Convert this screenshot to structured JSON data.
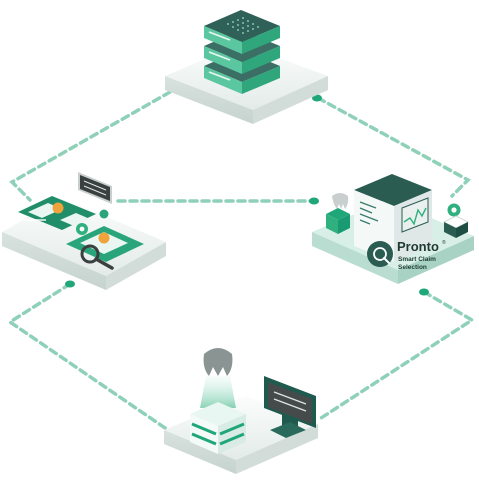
{
  "product": {
    "name": "Pronto",
    "mark": "®",
    "tagline_line1": "Smart Claim",
    "tagline_line2": "Selection"
  },
  "colors": {
    "connector": "#8fd1b8",
    "node": "#1fa779",
    "accent": "#1a9a72",
    "dark": "#1e4f45",
    "platform": "#eef3f2",
    "gear": "#2fb07e",
    "badge_orange": "#f0a33a"
  }
}
